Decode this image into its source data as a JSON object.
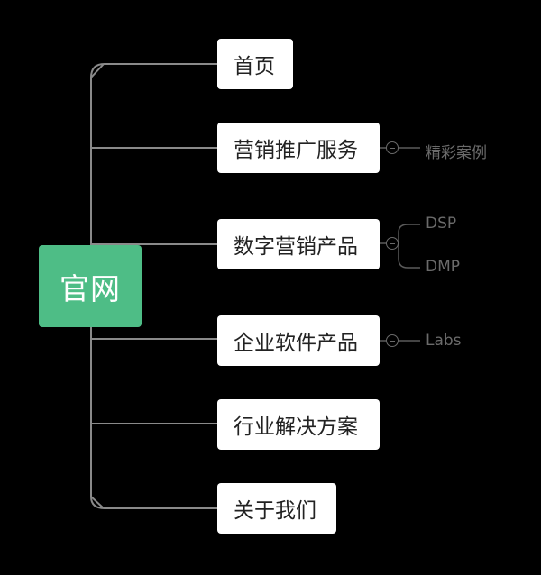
{
  "root": {
    "label": "官网"
  },
  "branches": [
    {
      "label": "首页",
      "children": []
    },
    {
      "label": "营销推广服务",
      "children": [
        "精彩案例"
      ]
    },
    {
      "label": "数字营销产品",
      "children": [
        "DSP",
        "DMP"
      ]
    },
    {
      "label": "企业软件产品",
      "children": [
        "Labs"
      ]
    },
    {
      "label": "行业解决方案",
      "children": []
    },
    {
      "label": "关于我们",
      "children": []
    }
  ],
  "colors": {
    "background": "#000000",
    "root_fill": "#4ebd86",
    "branch_fill": "#ffffff",
    "connector": "#8a8a8a",
    "leaf_connector": "#5a5a5a",
    "leaf_text": "#6b6b6b"
  }
}
